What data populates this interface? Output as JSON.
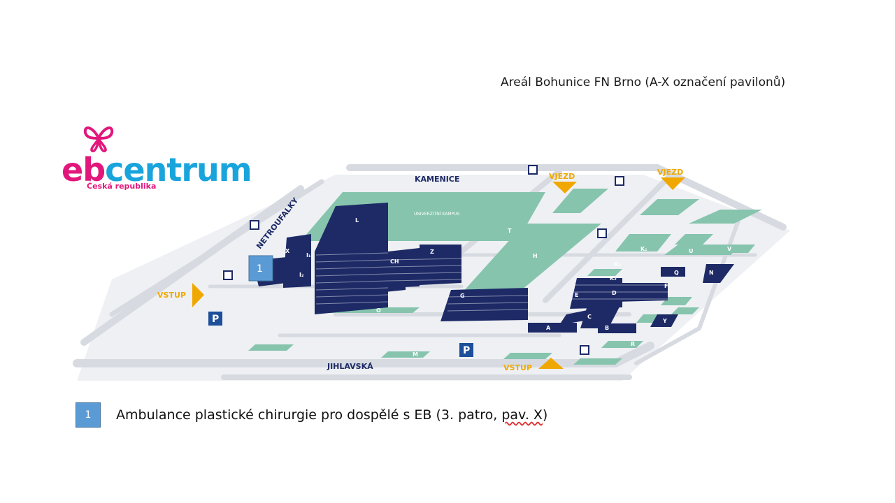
{
  "title": "Areál Bohunice FN Brno (A-X označení pavilonů)",
  "logo": {
    "eb": "eb",
    "centrum": "centrum",
    "subtitle": "Česká republika"
  },
  "streets": {
    "kamenice": "KAMENICE",
    "netroufalky": "NETROUFALKY",
    "jihlavska": "JIHLAVSKÁ"
  },
  "entries": {
    "vjezd1": "VJEZD",
    "vjezd2": "VJEZD",
    "vstup_left": "VSTUP",
    "vstup_bottom": "VSTUP"
  },
  "parking": {
    "p1": "P",
    "p2": "P"
  },
  "campus_label": "UNIVERZITNÍ KAMPUS",
  "pavilions": {
    "X": "X",
    "I1": "I₁",
    "I2": "I₂",
    "L": "L",
    "CH": "CH",
    "Z": "Z",
    "G": "G",
    "H": "H",
    "T": "T",
    "O": "O",
    "M": "M",
    "K1": "K₁",
    "K2": "K₂",
    "K3": "K₃",
    "U": "U",
    "V": "V",
    "Q": "Q",
    "N": "N",
    "E": "E",
    "D": "D",
    "F": "F",
    "C": "C",
    "A": "A",
    "B": "B",
    "R": "R",
    "Y": "Y"
  },
  "map_marker": "1",
  "legend": {
    "marker": "1",
    "text_main": "Ambulance plastické chirurgie pro dospělé s EB (3. patro, ",
    "text_spell": "pav. X",
    "text_end": ")"
  },
  "colors": {
    "navy": "#1d2a66",
    "green": "#86c4ad",
    "road": "#e6e8ec",
    "accent_orange": "#f0a800",
    "marker_blue": "#5b9bd5",
    "logo_pink": "#e2177b",
    "logo_blue": "#1aa4dc"
  }
}
